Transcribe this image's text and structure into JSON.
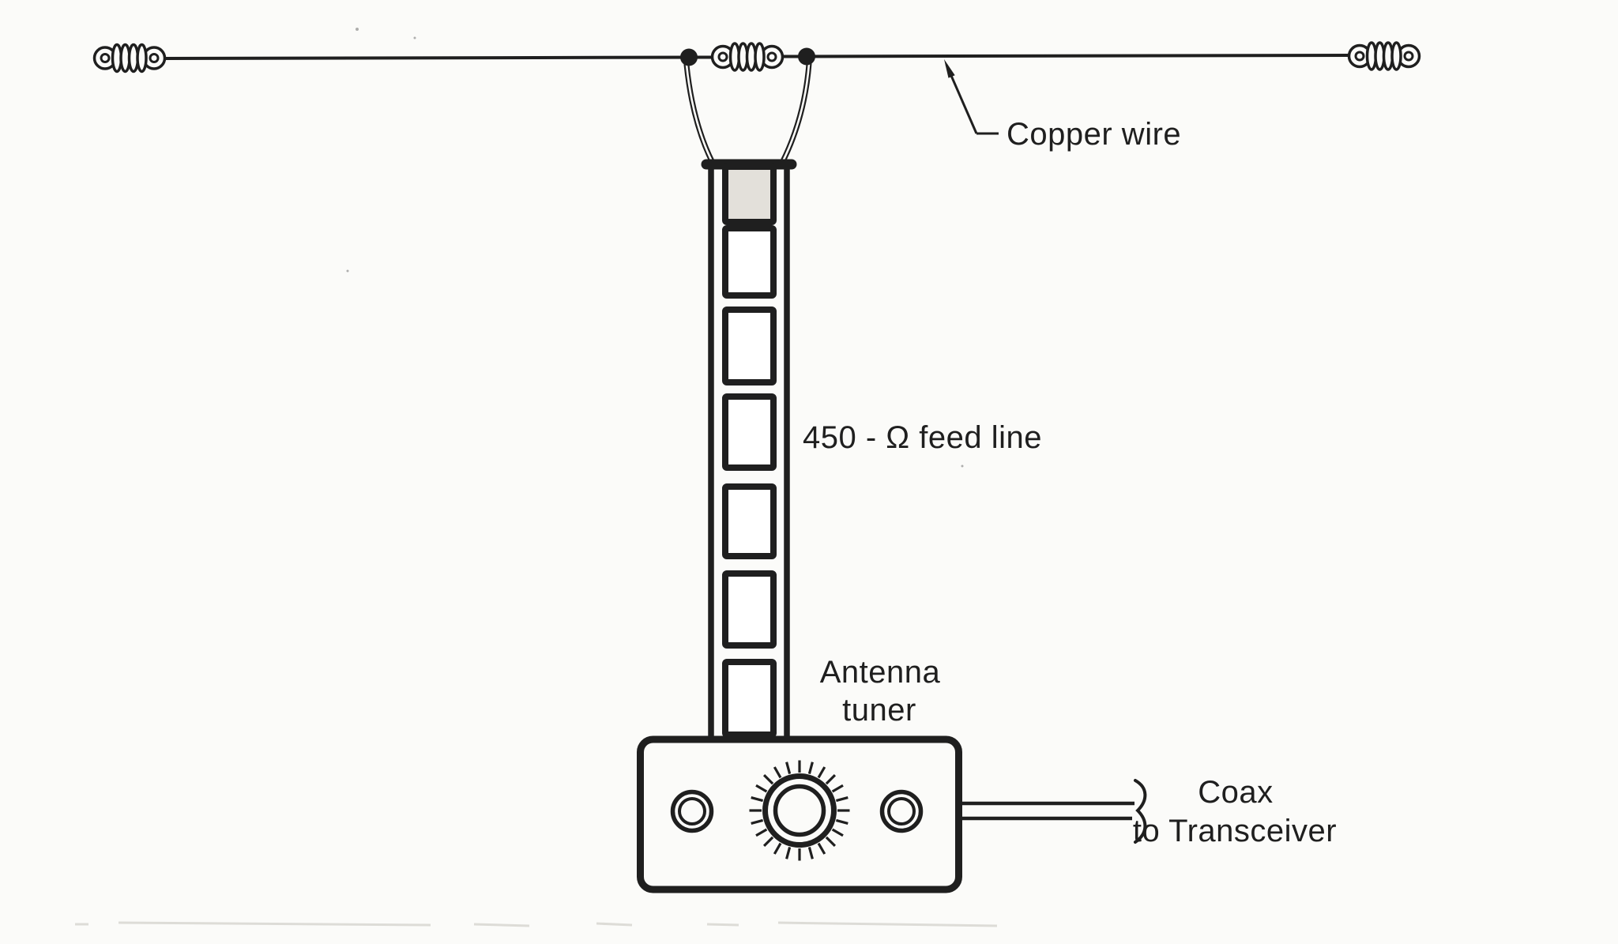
{
  "labels": {
    "copper_wire": "Copper wire",
    "feed_line": "450 - Ω feed line",
    "antenna_tuner_line1": "Antenna",
    "antenna_tuner_line2": "tuner",
    "coax_line1": "Coax",
    "coax_line2": "to Transceiver"
  },
  "colors": {
    "ink": "#1f1f1f",
    "paper": "#fbfbf9",
    "shade": "#e3e0da",
    "faint": "#b9b7b0"
  },
  "knob": {
    "tick_count": 24
  }
}
